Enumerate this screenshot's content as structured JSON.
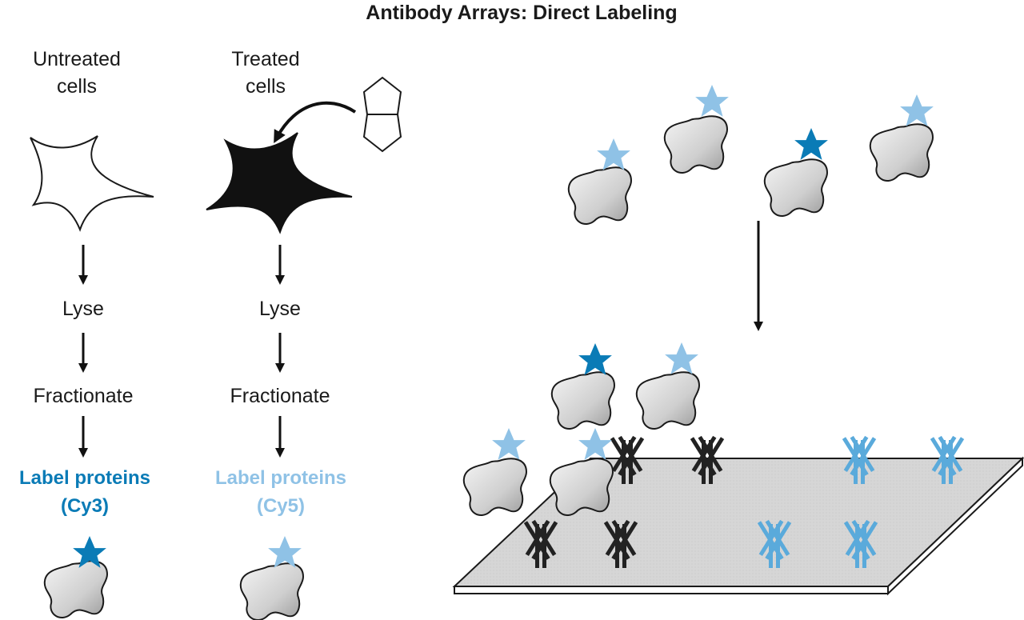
{
  "title": "Antibody Arrays: Direct Labeling",
  "untreated": {
    "label_line1": "Untreated",
    "label_line2": "cells",
    "step1": "Lyse",
    "step2": "Fractionate",
    "label_line_a": "Label proteins",
    "label_line_b": "(Cy3)"
  },
  "treated": {
    "label_line1": "Treated",
    "label_line2": "cells",
    "step1": "Lyse",
    "step2": "Fractionate",
    "label_line_a": "Label proteins",
    "label_line_b": "(Cy5)"
  },
  "colors": {
    "cy3": "#0a7bb6",
    "cy5": "#8fc2e6",
    "antibody_dark": "#222222",
    "antibody_blue": "#5aaadb",
    "protein_fill": "#d7d7d7",
    "slide_fill": "#d9d9d9"
  },
  "icons": {
    "untreated_cell": "star-cell-outline",
    "treated_cell": "star-cell-filled",
    "drug": "bicyclic-compound-icon",
    "label": "star-icon"
  }
}
